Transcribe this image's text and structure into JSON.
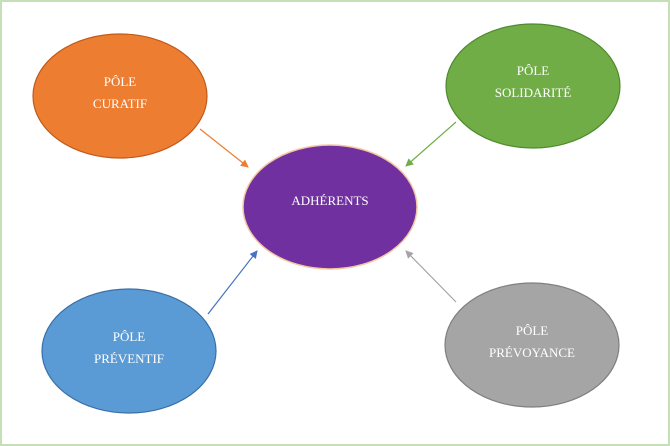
{
  "center": {
    "label": "ADHÉRENTS",
    "color": "#7030a0"
  },
  "poles": [
    {
      "id": "curatif",
      "line1": "PÔLE",
      "line2": "CURATIF",
      "color": "#ed7d31"
    },
    {
      "id": "solidarite",
      "line1": "PÔLE",
      "line2": "SOLIDARITÉ",
      "color": "#70ad47"
    },
    {
      "id": "preventif",
      "line1": "PÔLE",
      "line2": "PRÉVENTIF",
      "color": "#5b9bd5"
    },
    {
      "id": "prevoyance",
      "line1": "PÔLE",
      "line2": "PRÉVOYANCE",
      "color": "#a5a5a5"
    }
  ]
}
